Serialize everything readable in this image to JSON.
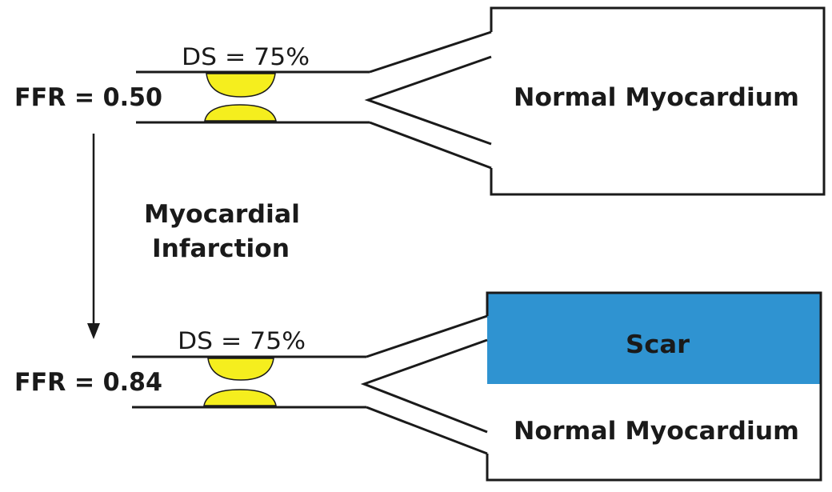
{
  "top_panel": {
    "ffr_label": "FFR = 0.50",
    "stenosis_label": "DS = 75%",
    "territory_label": "Normal Myocardium"
  },
  "transition": {
    "line1": "Myocardial",
    "line2": "Infarction"
  },
  "bottom_panel": {
    "ffr_label": "FFR = 0.84",
    "stenosis_label": "DS = 75%",
    "scar_label": "Scar",
    "territory_label": "Normal Myocardium"
  },
  "colors": {
    "plaque": "#f5ee1e",
    "scar": "#2f93d1",
    "line": "#1a1a1a"
  }
}
